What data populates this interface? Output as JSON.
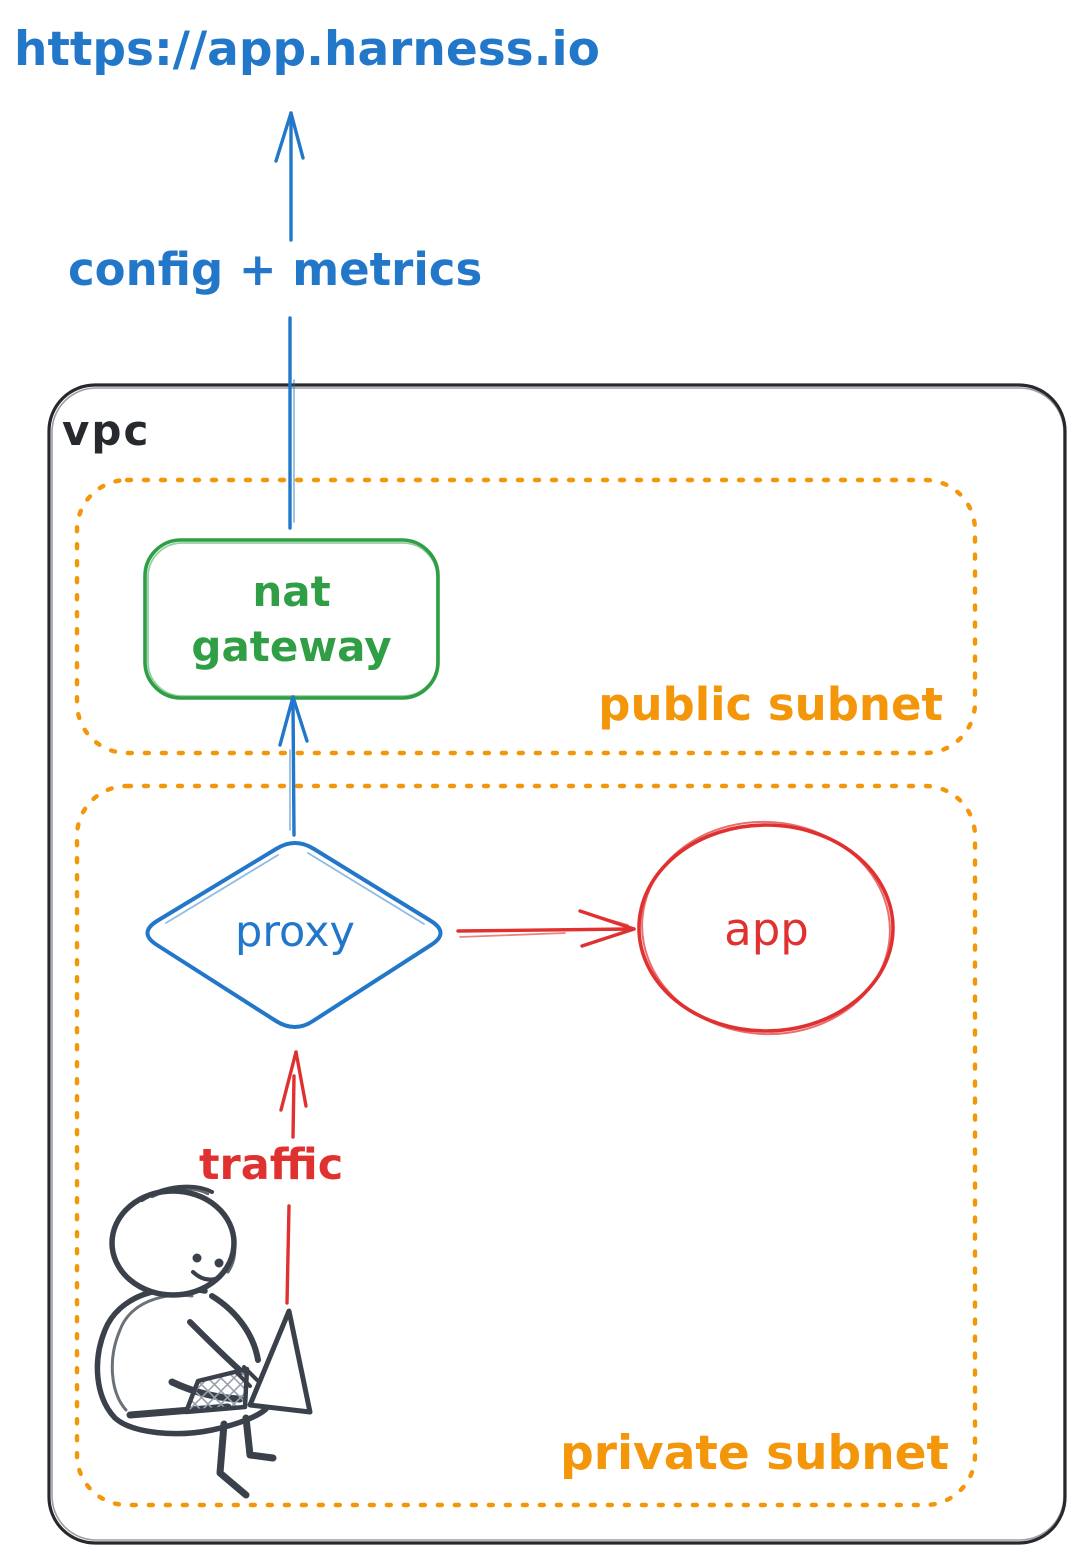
{
  "colors": {
    "blue": "#2277C9",
    "green": "#2F9E44",
    "orange": "#F3960A",
    "red": "#E03131",
    "ink": "#26292E",
    "person_ink": "#3A414B"
  },
  "diagram": {
    "destination_url": "https://app.harness.io",
    "outbound_arrow_label": "config + metrics",
    "vpc_label": "vpc",
    "public_subnet_label": "public subnet",
    "private_subnet_label": "private subnet",
    "nat_gateway_label": "nat gateway",
    "proxy_label": "proxy",
    "app_label": "app",
    "traffic_arrow_label": "traffic"
  }
}
